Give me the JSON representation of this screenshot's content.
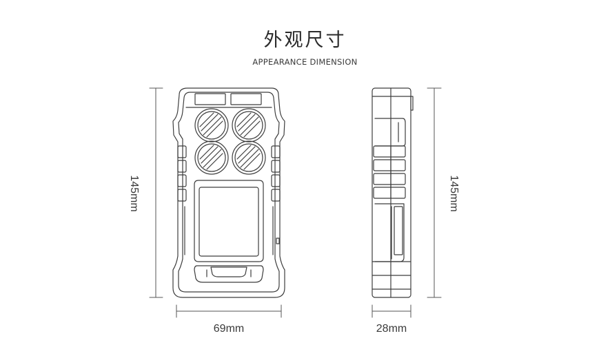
{
  "heading": {
    "title": "外观尺寸",
    "subtitle": "APPEARANCE DIMENSION"
  },
  "dimensions": {
    "front_height": "145mm",
    "front_width": "69mm",
    "side_height": "145mm",
    "side_depth": "28mm"
  },
  "colors": {
    "line": "#3c3c3c",
    "dim_line": "#555555",
    "background": "#ffffff"
  }
}
